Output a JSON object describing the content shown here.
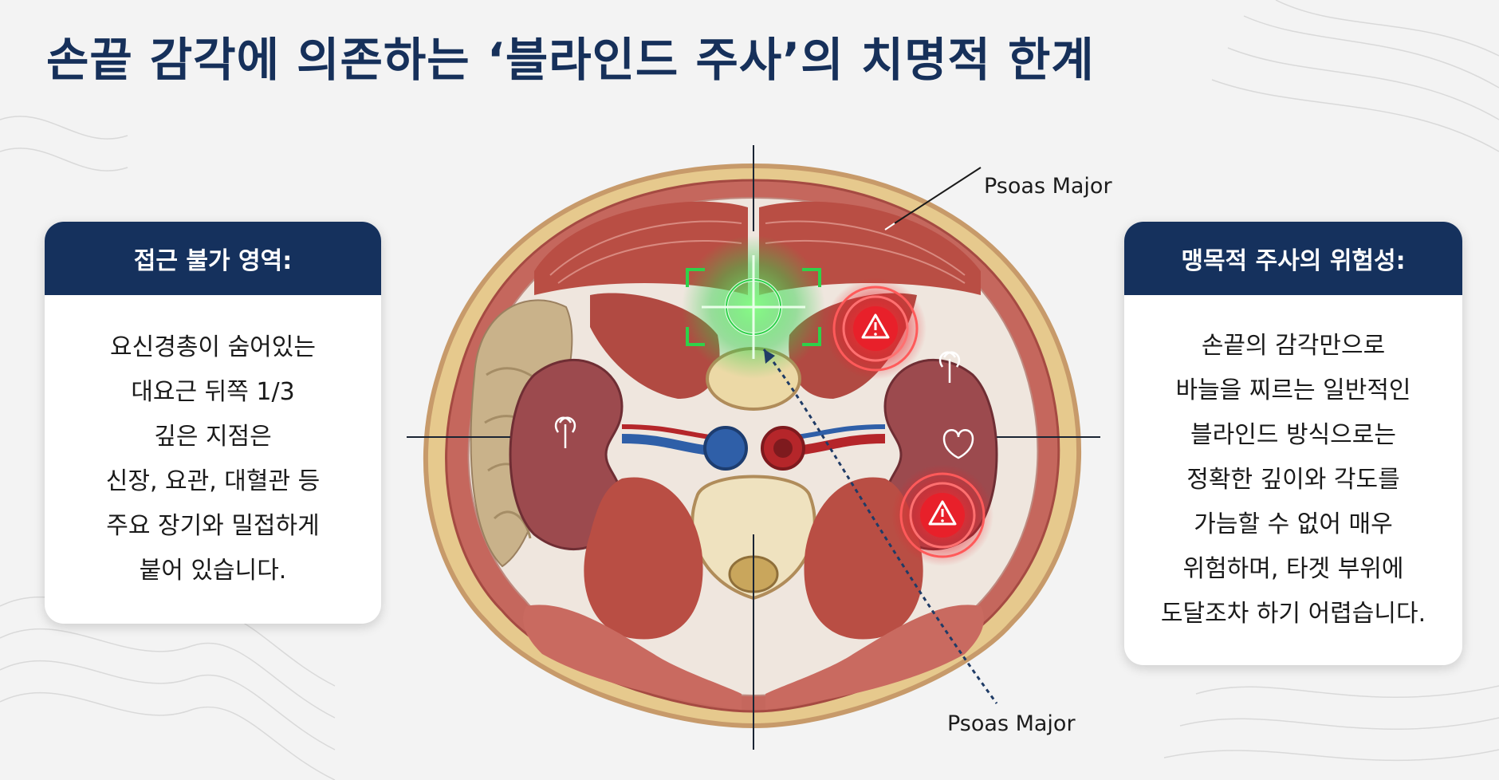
{
  "title": "손끝 감각에 의존하는 ‘블라인드 주사’의 치명적 한계",
  "left_card": {
    "header": "접근 불가 영역:",
    "lines": [
      "요신경총이 숨어있는",
      "대요근 뒤쪽 1/3",
      "깊은 지점은",
      "신장, 요관, 대혈관 등",
      "주요 장기와 밀접하게",
      "붙어 있습니다."
    ]
  },
  "right_card": {
    "header": "맹목적 주사의 위험성:",
    "lines": [
      "손끝의 감각만으로",
      "바늘을 찌르는 일반적인",
      "블라인드 방식으로는",
      "정확한 깊이와 각도를",
      "가늠할 수 없어 매우",
      "위험하며, 타겟 부위에",
      "도달조차 하기 어렵습니다."
    ]
  },
  "diagram": {
    "label_top": "Psoas Major",
    "label_bottom": "Psoas Major",
    "colors": {
      "target": "#2fd14a",
      "danger": "#e8202a",
      "muscle": "#b94e44",
      "kidney": "#9c4a4e",
      "fat": "#e7cf8a",
      "vein": "#2f5fa8",
      "artery": "#b5262a"
    }
  }
}
